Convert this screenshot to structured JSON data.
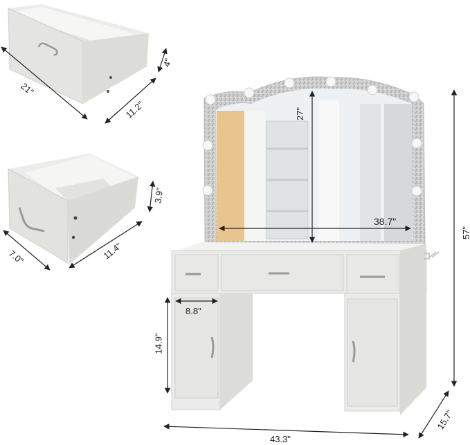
{
  "figure": {
    "type": "product-dimension-diagram",
    "subject": "Vanity desk with lighted mirror"
  },
  "drawer_large": {
    "length_label": "21\"",
    "depth_label": "11.2\"",
    "height_label": "4\""
  },
  "drawer_small": {
    "width_label": "7.0\"",
    "depth_label": "11.4\"",
    "height_label": "3.9\""
  },
  "mirror": {
    "height_label": "27\"",
    "width_label": "38.7\"",
    "bulb_count": 10
  },
  "vanity": {
    "total_height_label": "57\"",
    "total_width_label": "43.3\"",
    "depth_label": "15.7\"",
    "cabinet_width_label": "8.8\"",
    "cabinet_height_label": "14.9\""
  },
  "colors": {
    "furniture": "#e9e9e7",
    "furniture_shadow": "#d6d6d3",
    "glitter_frame": "#c9c9c9",
    "bulb": "#f7f7f7",
    "mirror_glass": "#eef1f3",
    "window_warm": "#e8c58e",
    "arrow": "#222222"
  }
}
